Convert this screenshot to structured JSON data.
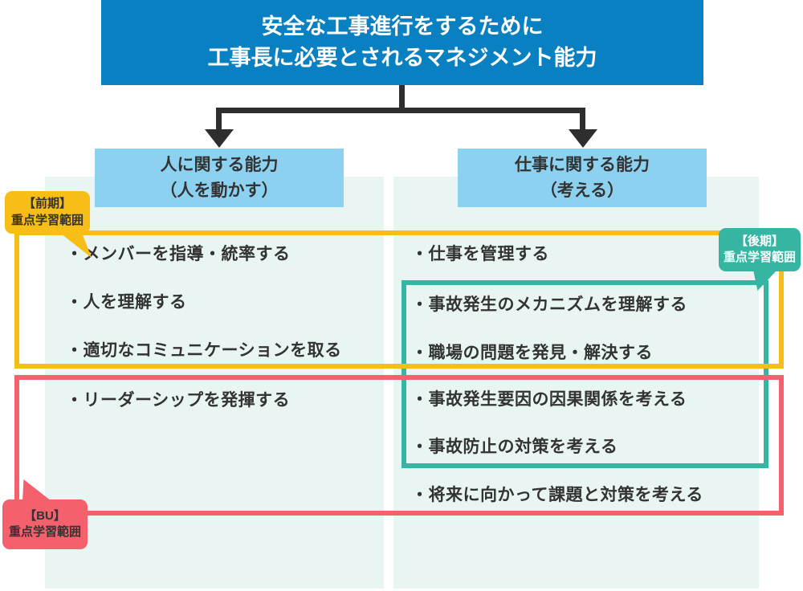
{
  "title": {
    "line1": "安全な工事進行をするために",
    "line2": "工事長に必要とされるマネジメント能力"
  },
  "left_column": {
    "header_line1": "人に関する能力",
    "header_line2": "（人を動かす）",
    "items": [
      "・メンバーを指導・統率する",
      "・人を理解する",
      "・適切なコミュニケーションを取る",
      "・リーダーシップを発揮する"
    ]
  },
  "right_column": {
    "header_line1": "仕事に関する能力",
    "header_line2": "（考える）",
    "items": [
      "・仕事を管理する",
      "・事故発生のメカニズムを理解する",
      "・職場の問題を発見・解決する",
      "・事故発生要因の因果関係を考える",
      "・事故防止の対策を考える",
      "・将来に向かって課題と対策を考える"
    ]
  },
  "labels": {
    "zenki": {
      "line1": "【前期】",
      "line2": "重点学習範囲"
    },
    "kouki": {
      "line1": "【後期】",
      "line2": "重点学習範囲"
    },
    "bu": {
      "line1": "【BU】",
      "line2": "重点学習範囲"
    }
  },
  "colors": {
    "blue": "#0980C2",
    "lightblue": "#8DD1F1",
    "pale": "#E8F5F2",
    "gold": "#F7BE17",
    "teal": "#35B5A2",
    "red": "#F4606C",
    "ink": "#333333",
    "line": "#2E2E2E"
  }
}
